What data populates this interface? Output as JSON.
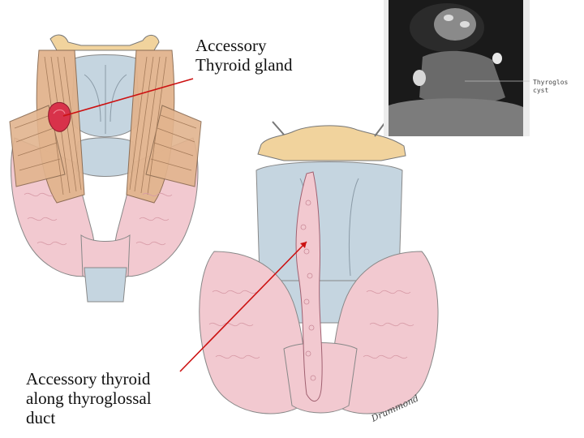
{
  "labels": {
    "accessory_thyroid_gland": "Accessory\nThyroid gland",
    "accessory_along_duct": "Accessory thyroid\nalong thyroglossal\nduct"
  },
  "photo": {
    "caption_line1": "Thyroglos",
    "caption_line2": "cyst"
  },
  "illustration": {
    "signature": "Drummond"
  },
  "colors": {
    "pointer": "#cc1111",
    "thyroid_pink": "#f2c9d0",
    "cartilage_blue": "#c5d5e0",
    "muscle_tan": "#e2b48e",
    "hyoid_yellow": "#f1d39d",
    "nodule_red": "#d8324a"
  }
}
